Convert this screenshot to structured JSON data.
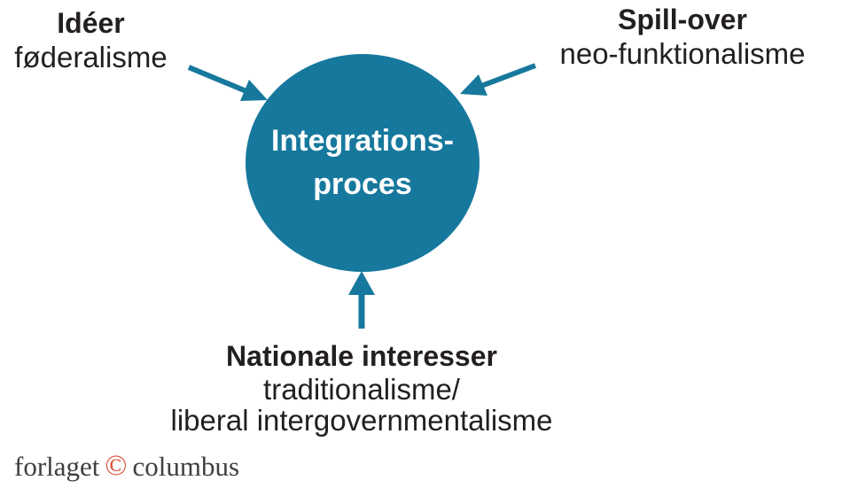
{
  "diagram": {
    "center_node": {
      "line1": "Integrations-",
      "line2": "proces"
    },
    "factors": {
      "top_left": {
        "title": "Idéer",
        "subtitle": "føderalisme"
      },
      "top_right": {
        "title": "Spill-over",
        "subtitle": "neo-funktionalisme"
      },
      "bottom": {
        "title": "Nationale interesser",
        "subtitle_line1": "traditionalisme/",
        "subtitle_line2": "liberal intergovernmentalisme"
      }
    }
  },
  "footer": {
    "publisher_left": "forlaget",
    "copyright_symbol": "©",
    "publisher_right": "columbus"
  },
  "colors": {
    "accent_teal": "#17789d",
    "text_black": "#231f20",
    "circle_text_white": "#ffffff",
    "logo_gray": "#3f3f3f",
    "logo_red": "#dd5038",
    "background": "#ffffff"
  }
}
